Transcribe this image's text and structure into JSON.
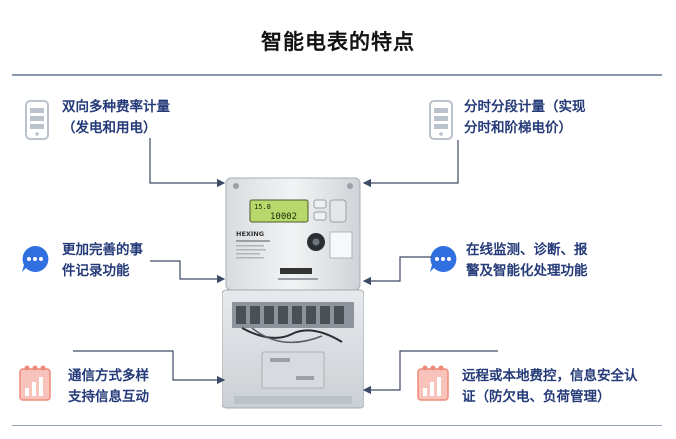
{
  "title": "智能电表的特点",
  "features": {
    "top_left": "双向多种费率计量\n（发电和用电）",
    "top_right": "分时分段计量（实现\n分时和阶梯电价）",
    "mid_left": "更加完善的事\n件记录功能",
    "mid_right": "在线监测、诊断、报\n警及智能化处理功能",
    "bottom_left": "通信方式多样\n支持信息互动",
    "bottom_right": "远程或本地费控，信息安全认\n证（防欠电、负荷管理）"
  },
  "meter": {
    "brand": "HEXING",
    "display_top": "15.8",
    "display_reading": "10002"
  },
  "colors": {
    "text": "#253a78",
    "chat_icon": "#2f6fe0",
    "chart_icon": "#f08a7a",
    "phone_icon": "#b9c2cd",
    "connector": "#3d4a66"
  },
  "icons": {
    "top_left": "phone-icon",
    "top_right": "phone-icon",
    "mid_left": "chat-icon",
    "mid_right": "chat-icon",
    "bottom_left": "bar-chart-icon",
    "bottom_right": "bar-chart-icon"
  }
}
